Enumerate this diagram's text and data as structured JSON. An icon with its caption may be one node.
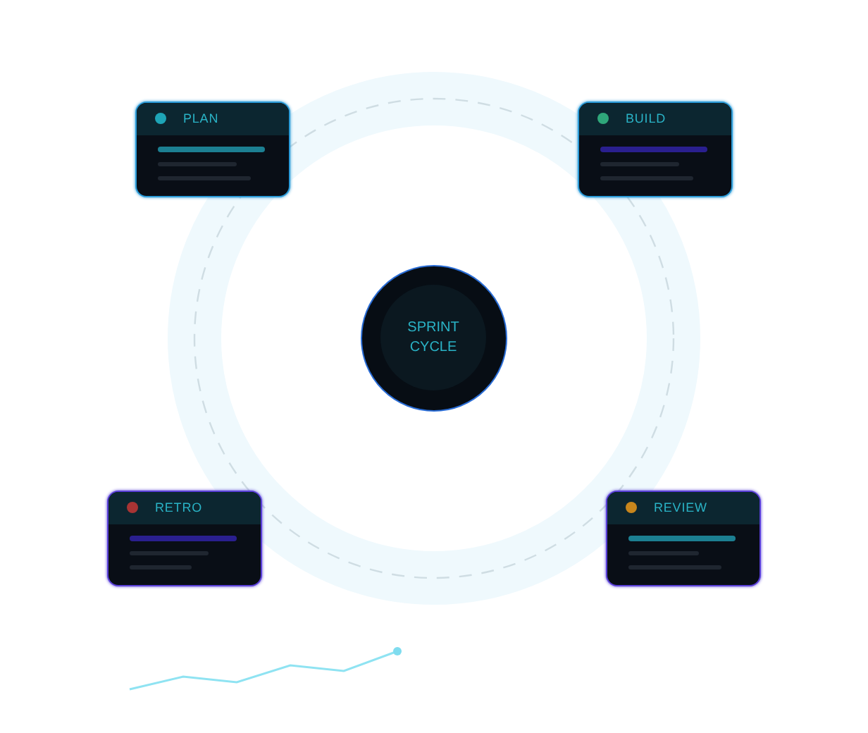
{
  "diagram": {
    "nodes": [
      {
        "text": [
          "PLAN"
        ]
      },
      {
        "text": [
          "BUILD"
        ]
      },
      {
        "text": [
          "SPRINT CYCLE"
        ]
      },
      {
        "text": [
          "RETRO"
        ]
      },
      {
        "text": [
          "REVIEW"
        ]
      }
    ]
  }
}
